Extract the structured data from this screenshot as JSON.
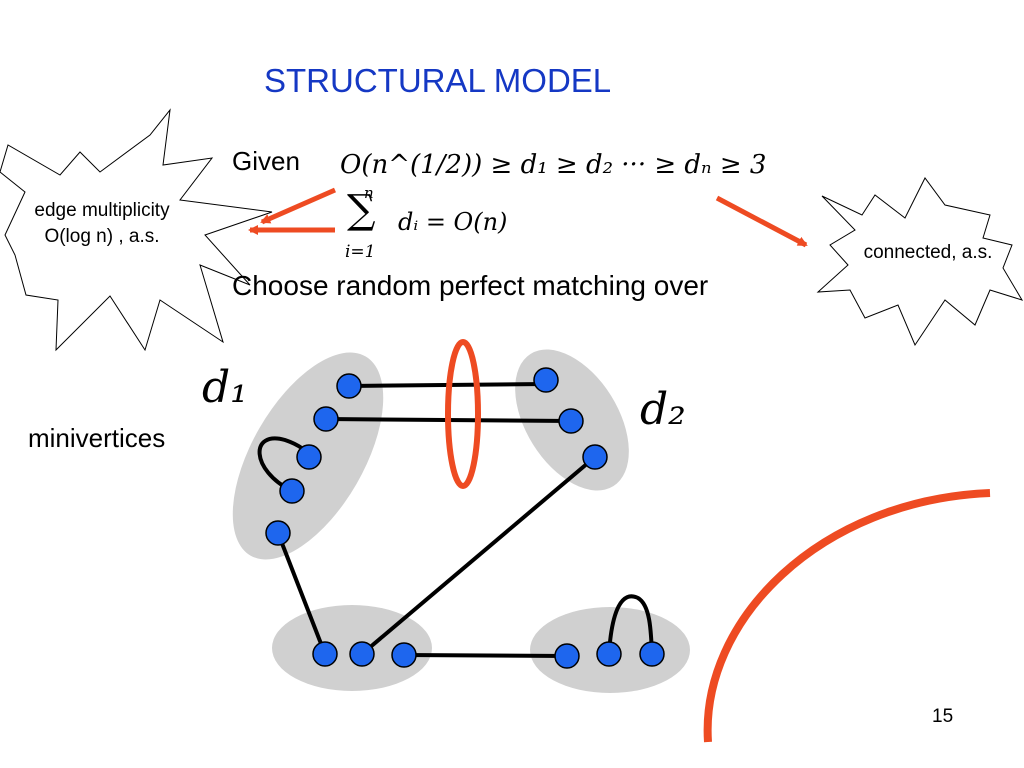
{
  "slide": {
    "title": "STRUCTURAL MODEL",
    "given_label": "Given",
    "formula_degree_bound": "O(n^(1/2)) ≥ d₁ ≥ d₂ ··· ≥ dₙ ≥ 3",
    "formula_sum": {
      "sigma": "∑",
      "upper": "n",
      "lower": "i=1",
      "rhs": "dᵢ = O(n)"
    },
    "choose_text": "Choose random perfect matching over",
    "minivertices_label": "minivertices",
    "group_labels": {
      "d1": "d₁",
      "d2": "d₂"
    },
    "burst_left": {
      "line1": "edge multiplicity",
      "line2": "O(log n) , a.s."
    },
    "burst_right": {
      "text": "connected, a.s."
    },
    "page_number": "15"
  },
  "colors": {
    "title": "#1538c4",
    "arrow": "#ee4b22",
    "vertex_fill": "#1e66ee",
    "group_fill": "#d0d0d0",
    "edge": "#000000"
  }
}
